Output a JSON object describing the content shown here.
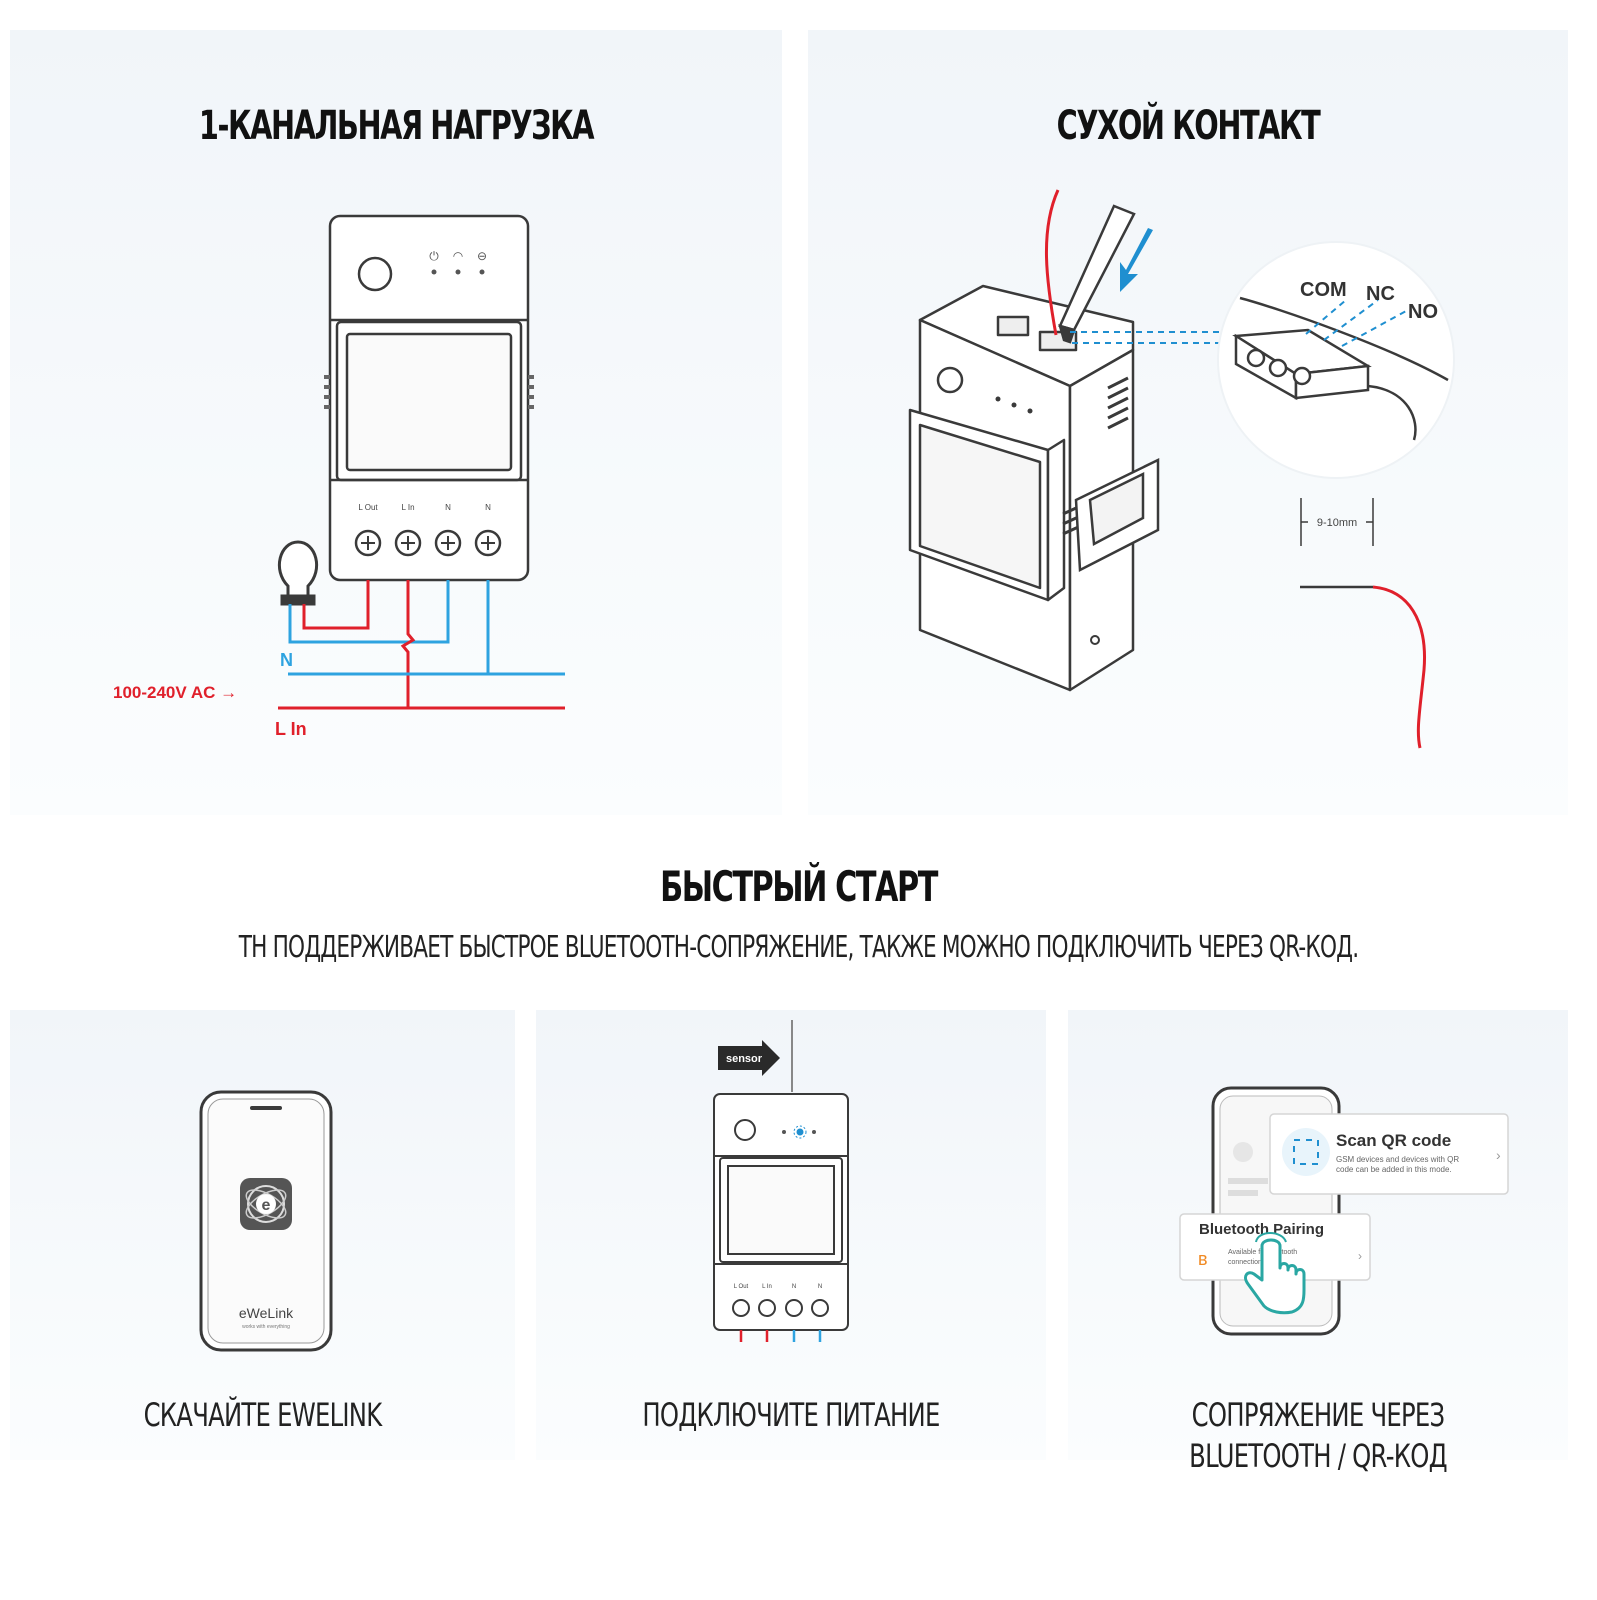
{
  "panels": {
    "single_load": {
      "title": "1-КАНАЛЬНАЯ НАГРУЗКА",
      "terminal_labels": [
        "L Out",
        "L In",
        "N",
        "N"
      ],
      "wire_labels": {
        "neutral": "N",
        "voltage": "100-240V AC →",
        "live": "L In"
      }
    },
    "dry_contact": {
      "title": "СУХОЙ КОНТАКТ",
      "contact_labels": [
        "COM",
        "NC",
        "NO"
      ],
      "strip_length": "9-10mm"
    }
  },
  "quick_start": {
    "heading": "БЫСТРЫЙ СТАРТ",
    "subheading": "TH ПОДДЕРЖИВАЕТ БЫСТРОЕ BLUETOOTH-СОПРЯЖЕНИЕ, ТАКЖЕ МОЖНО ПОДКЛЮЧИТЬ ЧЕРЕЗ QR-КОД."
  },
  "steps": [
    {
      "caption": "СКАЧАЙТЕ EWELINK",
      "app_name": "eWeLink",
      "app_tagline": "works with everything"
    },
    {
      "caption": "ПОДКЛЮЧИТЕ ПИТАНИЕ",
      "sensor_label": "sensor",
      "terminal_labels": [
        "L Out",
        "L In",
        "N",
        "N"
      ]
    },
    {
      "caption_line1": "СОПРЯЖЕНИЕ ЧЕРЕЗ",
      "caption_line2": "BLUETOOTH / QR-КОД",
      "qr_card_title": "Scan QR code",
      "qr_card_text1": "GSM devices and devices with QR",
      "qr_card_text2": "code can be added in this mode.",
      "bt_card_title": "Bluetooth Pairing",
      "bt_card_text1": "Available for bluetooth",
      "bt_card_text2": "connection."
    }
  ],
  "colors": {
    "live_wire": "#e0202b",
    "neutral_wire": "#2ea3e0",
    "outline": "#3a3a3a",
    "accent_blue": "#1f8fd0"
  }
}
